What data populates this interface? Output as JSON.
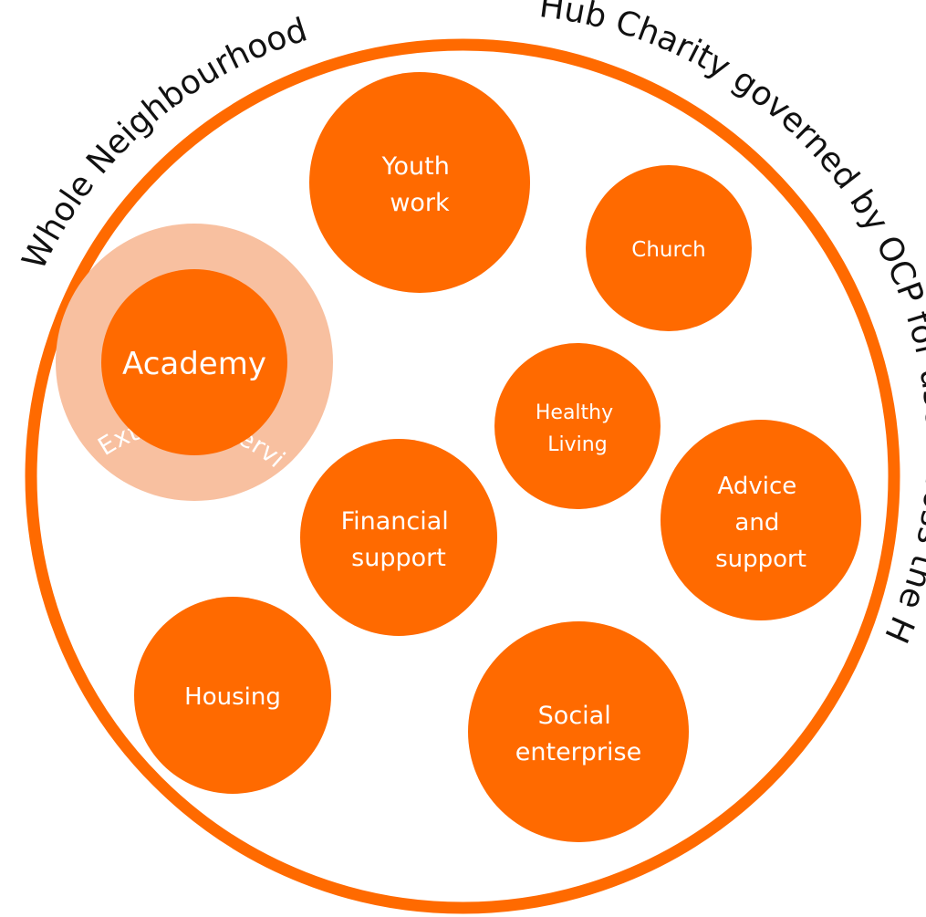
{
  "outer_label_left": "Whole Neighbourhood",
  "outer_label_right": "Hub Charity governed by OCP for use across the Hub",
  "academy_ring_label": "Extended services to Academy community",
  "colors": {
    "primary": "#ff6a00",
    "ring": "#f8c0a0",
    "outline": "#ff6a00",
    "text_light": "#ffffff",
    "text_dark": "#111111"
  },
  "nodes": {
    "academy": {
      "lines": [
        "Academy"
      ]
    },
    "youth_work": {
      "lines": [
        "Youth",
        "work"
      ]
    },
    "church": {
      "lines": [
        "Church"
      ]
    },
    "healthy_living": {
      "lines": [
        "Healthy",
        "Living"
      ]
    },
    "advice_support": {
      "lines": [
        "Advice",
        "and",
        "support"
      ]
    },
    "financial_support": {
      "lines": [
        "Financial",
        "support"
      ]
    },
    "housing": {
      "lines": [
        "Housing"
      ]
    },
    "social_enterprise": {
      "lines": [
        "Social",
        "enterprise"
      ]
    }
  }
}
